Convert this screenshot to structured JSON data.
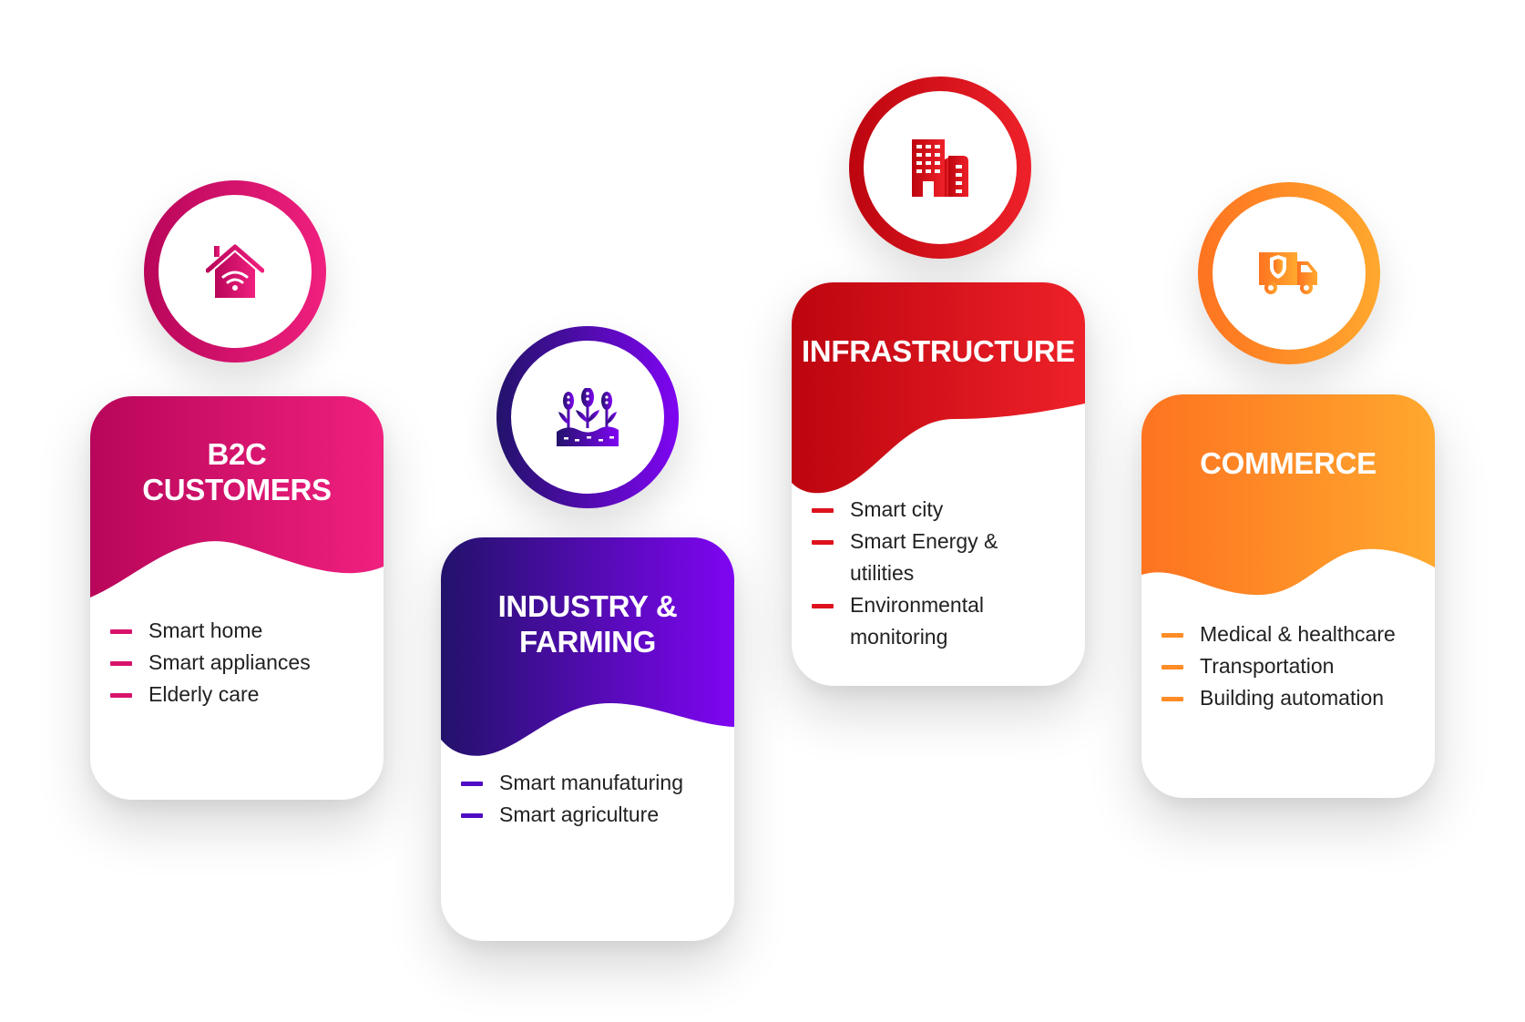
{
  "colors": {
    "b2c": [
      "#b8065a",
      "#f0207f"
    ],
    "industry": [
      "#23126b",
      "#7f05f2"
    ],
    "infrastructure": [
      "#bd050f",
      "#ee2129"
    ],
    "commerce": [
      "#fe7320",
      "#ffa82e"
    ],
    "text": "#222222"
  },
  "cards": [
    {
      "title": "B2C\nCUSTOMERS",
      "icon": "smart-home-wifi-icon",
      "items": [
        "Smart home",
        "Smart appliances",
        "Elderly care"
      ]
    },
    {
      "title": "INDUSTRY &\nFARMING",
      "icon": "crops-farming-icon",
      "items": [
        "Smart manufaturing",
        "Smart agriculture"
      ]
    },
    {
      "title": "INFRASTRUCTURE",
      "icon": "city-buildings-icon",
      "items": [
        "Smart city",
        "Smart Energy &",
        "utilities",
        "Environmental",
        "monitoring"
      ]
    },
    {
      "title": "COMMERCE",
      "icon": "delivery-truck-icon",
      "items": [
        "Medical & healthcare",
        "Transportation",
        "Building automation"
      ]
    }
  ]
}
